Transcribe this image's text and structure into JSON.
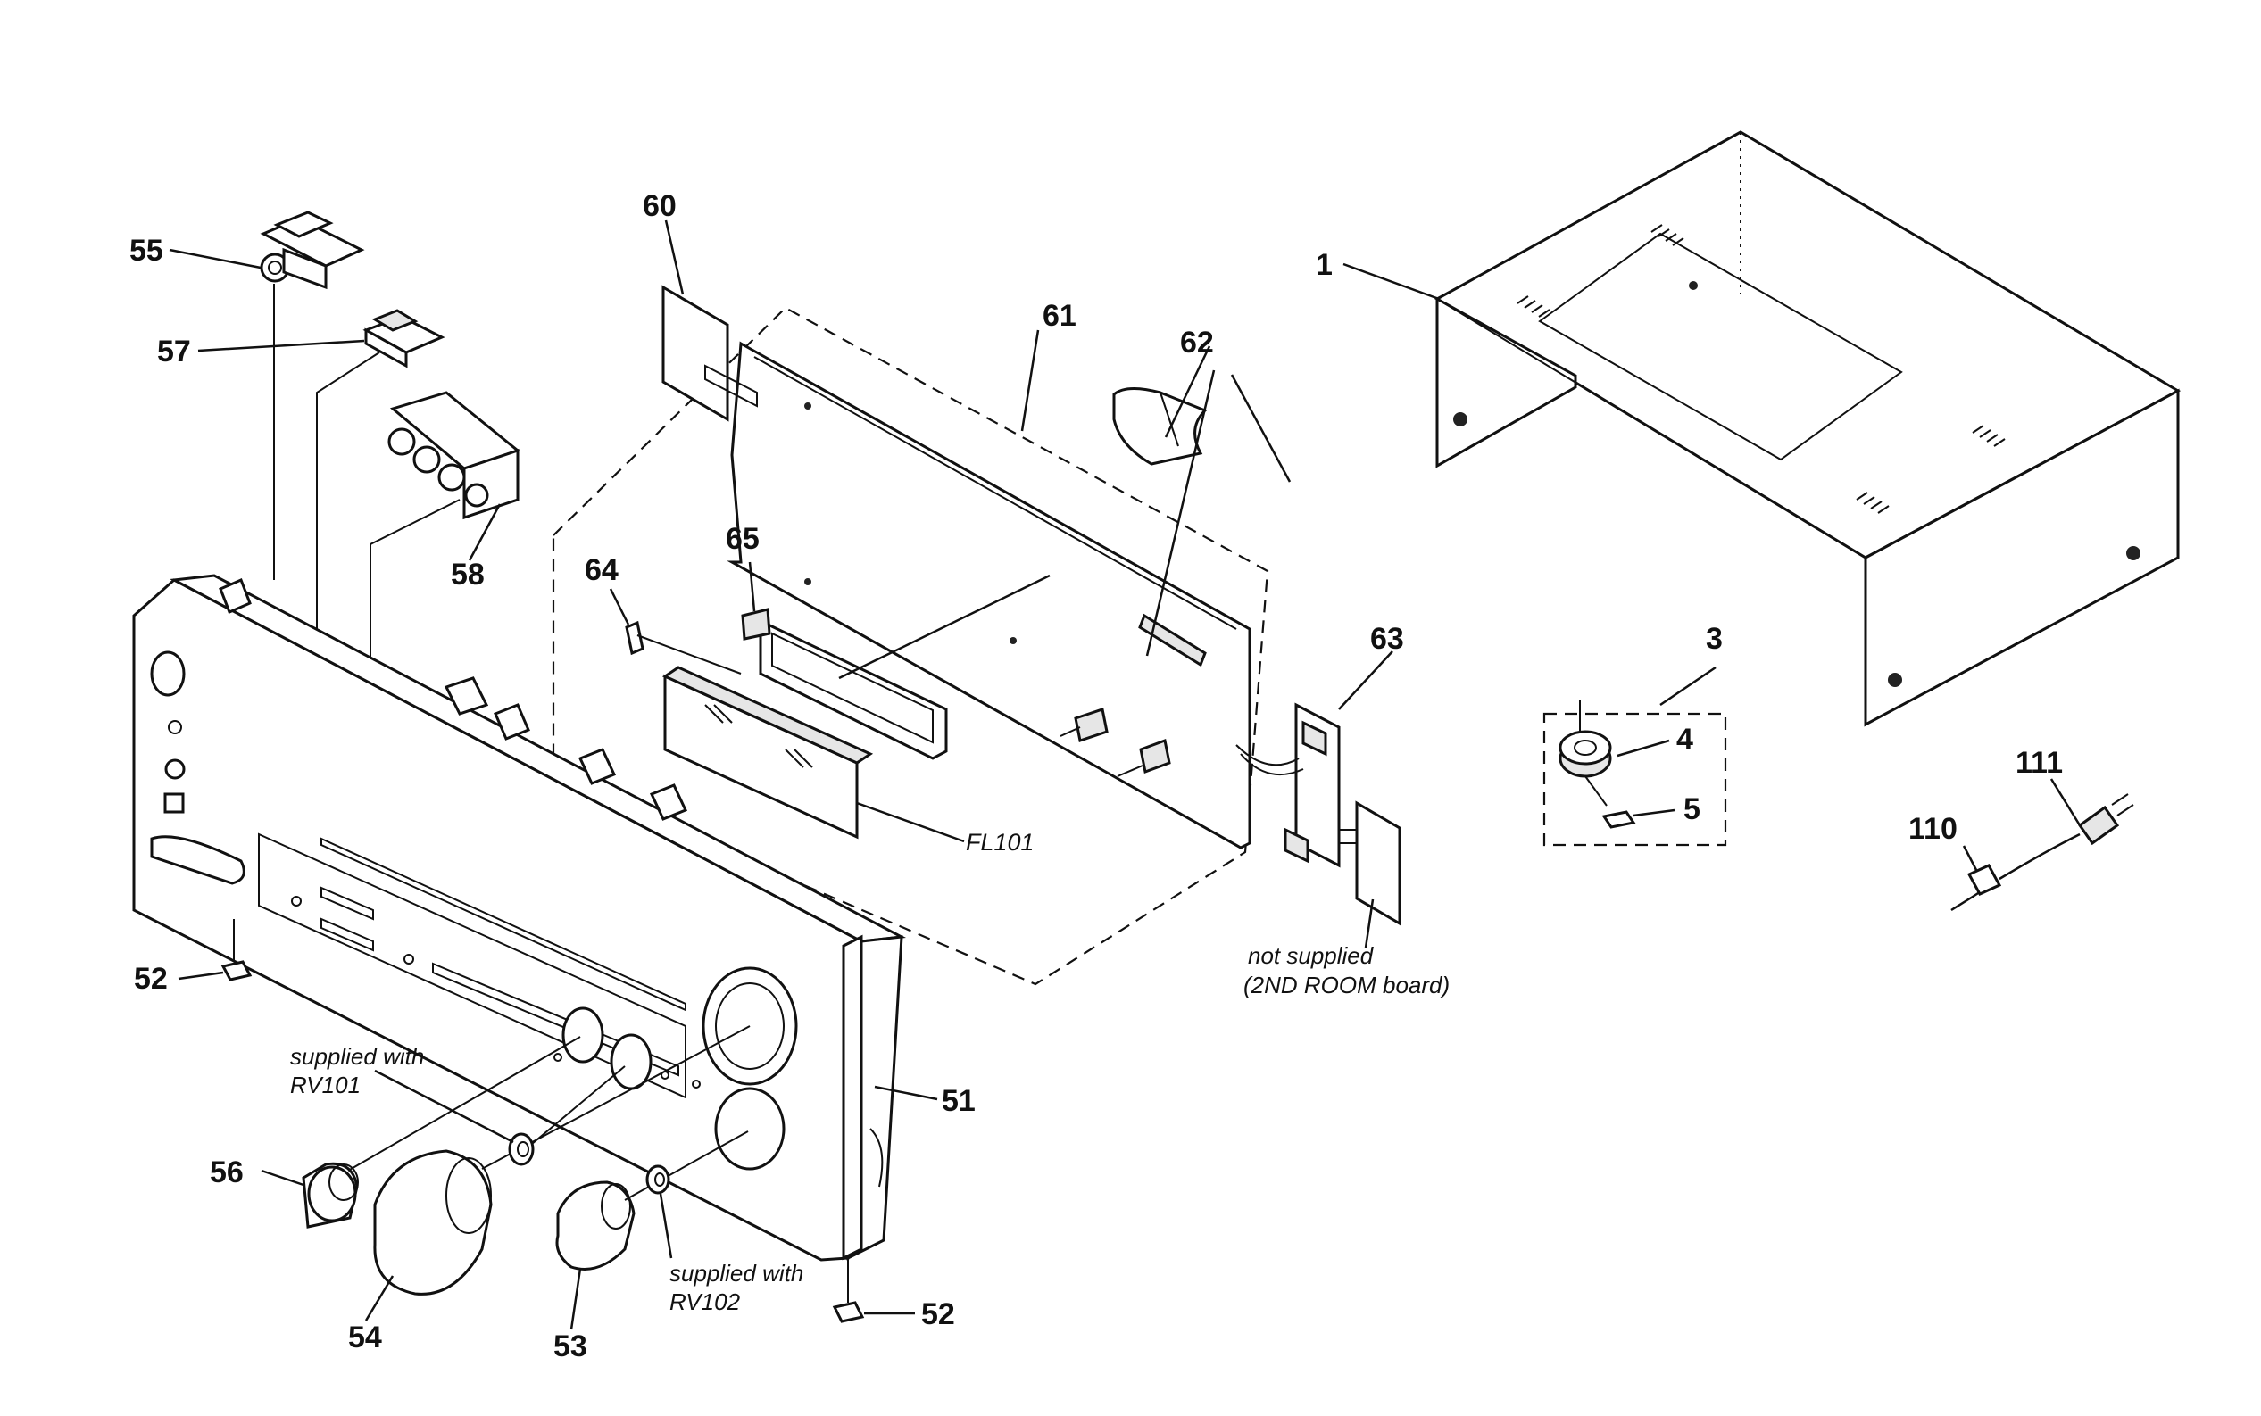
{
  "callouts": {
    "p1": "1",
    "p3": "3",
    "p4": "4",
    "p5": "5",
    "p51": "51",
    "p52a": "52",
    "p52b": "52",
    "p53": "53",
    "p54": "54",
    "p55": "55",
    "p56": "56",
    "p57": "57",
    "p58": "58",
    "p60": "60",
    "p61": "61",
    "p62": "62",
    "p63": "63",
    "p64": "64",
    "p65": "65",
    "p110": "110",
    "p111": "111"
  },
  "refs": {
    "fl101": "FL101"
  },
  "notes": {
    "rv101_line1": "supplied with",
    "rv101_line2": "RV101",
    "rv102_line1": "supplied with",
    "rv102_line2": "RV102",
    "room_line1": "not supplied",
    "room_line2": "(2ND ROOM board)"
  }
}
